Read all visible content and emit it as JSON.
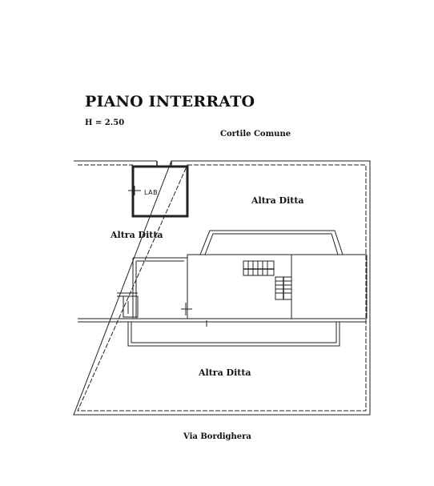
{
  "title": "PIANO INTERRATO",
  "height_note": "H = 2.50",
  "labels": {
    "courtyard": "Cortile Comune",
    "street": "Via Bordighera",
    "lab": "LAB.",
    "rooms": [
      "Altra Ditta",
      "Altra Ditta",
      "Altra Ditta"
    ]
  }
}
